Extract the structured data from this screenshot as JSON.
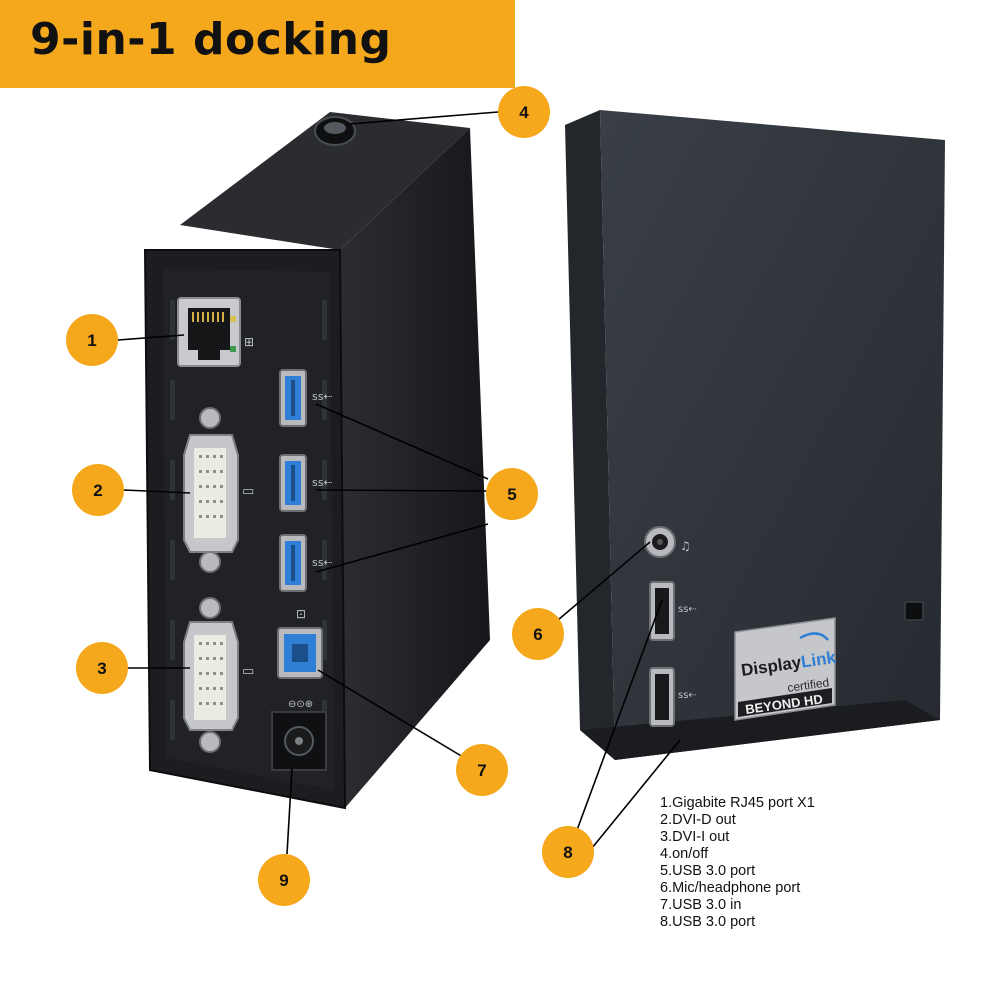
{
  "banner": {
    "title": "9-in-1 docking"
  },
  "callouts": [
    "1",
    "2",
    "3",
    "4",
    "5",
    "6",
    "7",
    "8",
    "9"
  ],
  "badge": {
    "brand_a": "Display",
    "brand_b": "Link",
    "certified": "certified",
    "tagline": "BEYOND HD"
  },
  "legend": [
    "1.Gigabite RJ45 port X1",
    "2.DVI-D out",
    "3.DVI-I out",
    "4.on/off",
    "5.USB 3.0 port",
    "6.Mic/headphone port",
    "7.USB 3.0 in",
    "8.USB 3.0 port"
  ],
  "colors": {
    "banner": "#f5a81c",
    "callout": "#f5a81c",
    "dock_body": "#1d1f22",
    "usb_blue": "#2f7fd6"
  }
}
